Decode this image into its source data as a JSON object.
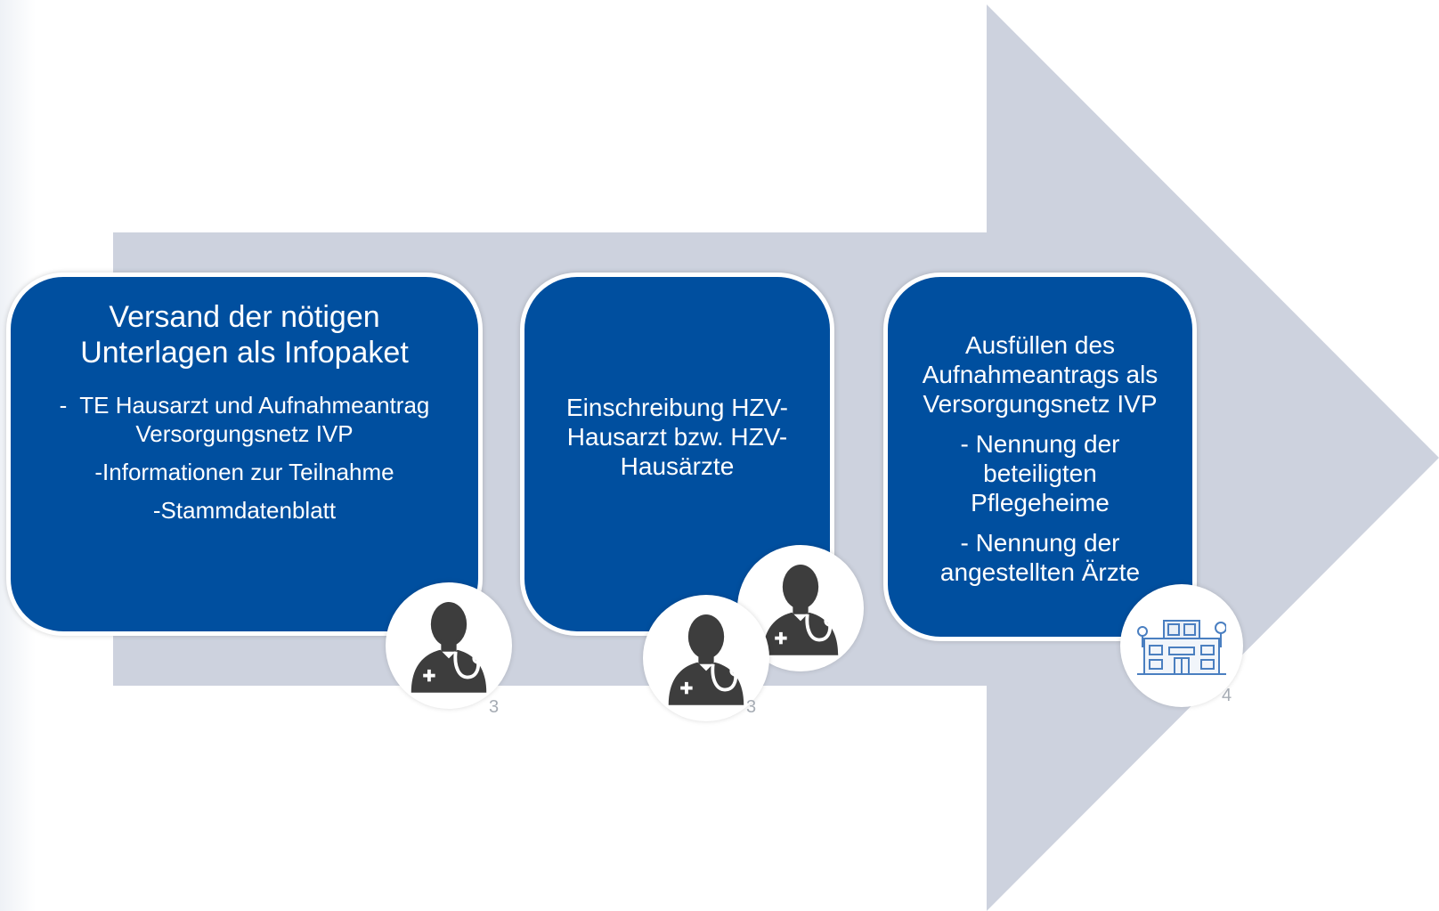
{
  "colors": {
    "arrow": "#cdd2de",
    "box": "#004f9f",
    "box_text": "#ffffff",
    "icon": "#3d3d3d",
    "page_number": "#a6acb4"
  },
  "steps": [
    {
      "title_lines": [
        "Versand der nötigen",
        "Unterlagen als Infopaket"
      ],
      "items": [
        [
          "-  TE Hausarzt und Aufnahmeantrag",
          "Versorgungsnetz IVP"
        ],
        [
          "-Informationen zur Teilnahme"
        ],
        [
          "-Stammdatenblatt"
        ]
      ],
      "icon": "doctor-icon",
      "page_number": "3"
    },
    {
      "title_lines": [
        "Einschreibung HZV-",
        "Hausarzt bzw. HZV-",
        "Hausärzte"
      ],
      "icons": [
        "doctor-icon",
        "doctor-icon"
      ],
      "page_number": "3"
    },
    {
      "title_lines": [
        "Ausfüllen des",
        "Aufnahmeantrags als",
        "Versorgungsnetz IVP"
      ],
      "items": [
        [
          "- Nennung der",
          "beteiligten",
          "Pflegeheime"
        ],
        [
          "- Nennung der",
          "angestellten Ärzte"
        ]
      ],
      "icon": "nursing-home-building-icon",
      "page_number": "4"
    }
  ]
}
